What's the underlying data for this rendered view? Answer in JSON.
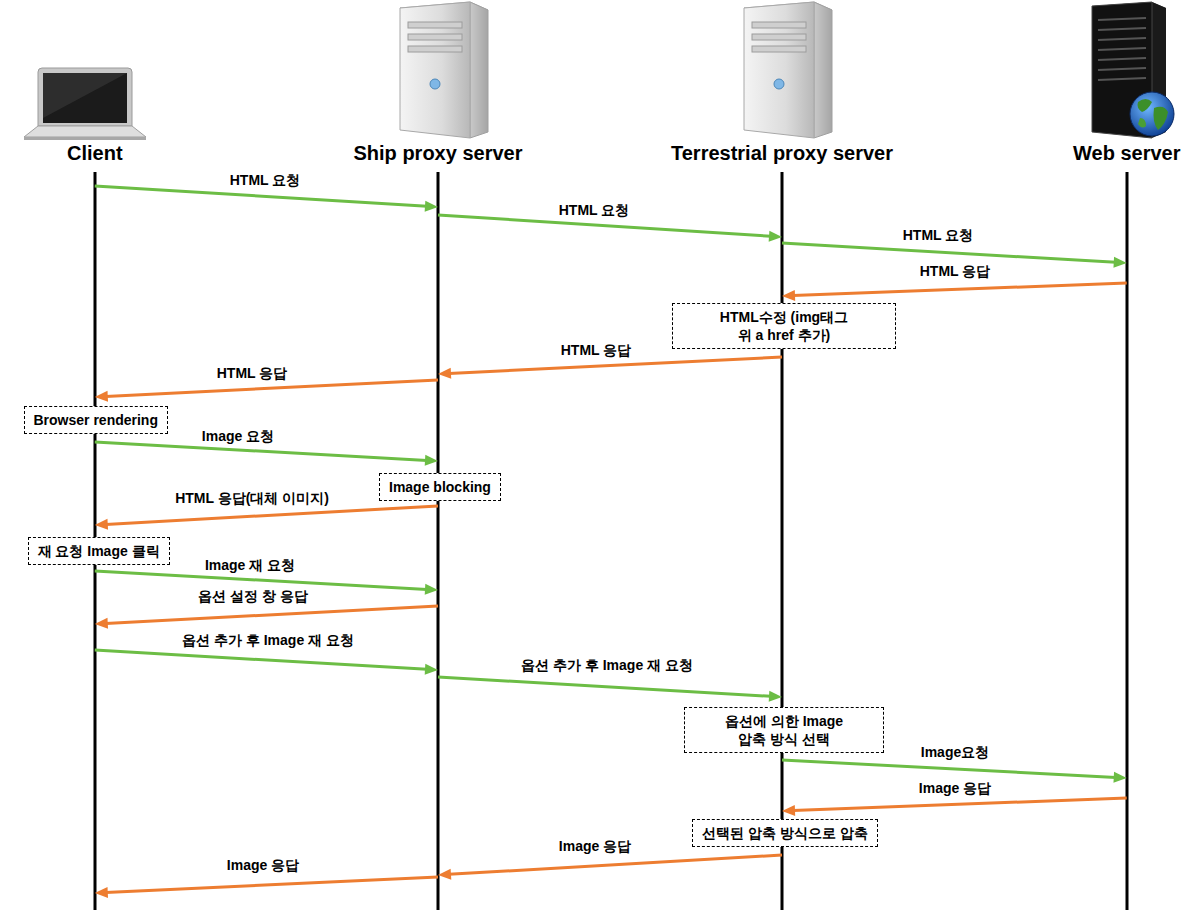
{
  "diagram": {
    "nodes": [
      {
        "text": [
          "Client"
        ]
      },
      {
        "text": [
          "Ship proxy server"
        ]
      },
      {
        "text": [
          "Terrestrial proxy server"
        ]
      },
      {
        "text": [
          "Web server"
        ]
      },
      {
        "text": [
          "HTML수정 (img태그 위 a href 추가)"
        ]
      },
      {
        "text": [
          "Browser rendering"
        ]
      },
      {
        "text": [
          "Image blocking"
        ]
      },
      {
        "text": [
          "재 요청 Image 클릭"
        ]
      },
      {
        "text": [
          "옵션에 의한 Image 압축 방식 선택"
        ]
      },
      {
        "text": [
          "선택된 압축 방식으로 압축"
        ]
      }
    ],
    "edges": [
      {
        "from": 0,
        "to": 1,
        "arrow": "to",
        "label": "HTML 요청"
      },
      {
        "from": 1,
        "to": 2,
        "arrow": "to",
        "label": "HTML 요청"
      },
      {
        "from": 2,
        "to": 3,
        "arrow": "to",
        "label": "HTML 요청"
      },
      {
        "from": 3,
        "to": 2,
        "arrow": "to",
        "label": "HTML 응답"
      },
      {
        "from": 2,
        "to": 1,
        "arrow": "to",
        "label": "HTML 응답"
      },
      {
        "from": 1,
        "to": 0,
        "arrow": "to",
        "label": "HTML 응답"
      },
      {
        "from": 0,
        "to": 1,
        "arrow": "to",
        "label": "Image 요청"
      },
      {
        "from": 1,
        "to": 0,
        "arrow": "to",
        "label": "HTML 응답(대체 이미지)"
      },
      {
        "from": 0,
        "to": 1,
        "arrow": "to",
        "label": "Image 재 요청"
      },
      {
        "from": 1,
        "to": 0,
        "arrow": "to",
        "label": "옵션 설정 창 응답"
      },
      {
        "from": 0,
        "to": 1,
        "arrow": "to",
        "label": "옵션 추가 후 Image 재 요청"
      },
      {
        "from": 1,
        "to": 2,
        "arrow": "to",
        "label": "옵션 추가 후 Image 재 요청"
      },
      {
        "from": 2,
        "to": 3,
        "arrow": "to",
        "label": "Image요청"
      },
      {
        "from": 3,
        "to": 2,
        "arrow": "to",
        "label": "Image 응답"
      },
      {
        "from": 2,
        "to": 1,
        "arrow": "to",
        "label": "Image 응답"
      },
      {
        "from": 1,
        "to": 0,
        "arrow": "to",
        "label": "Image 응답"
      }
    ]
  }
}
